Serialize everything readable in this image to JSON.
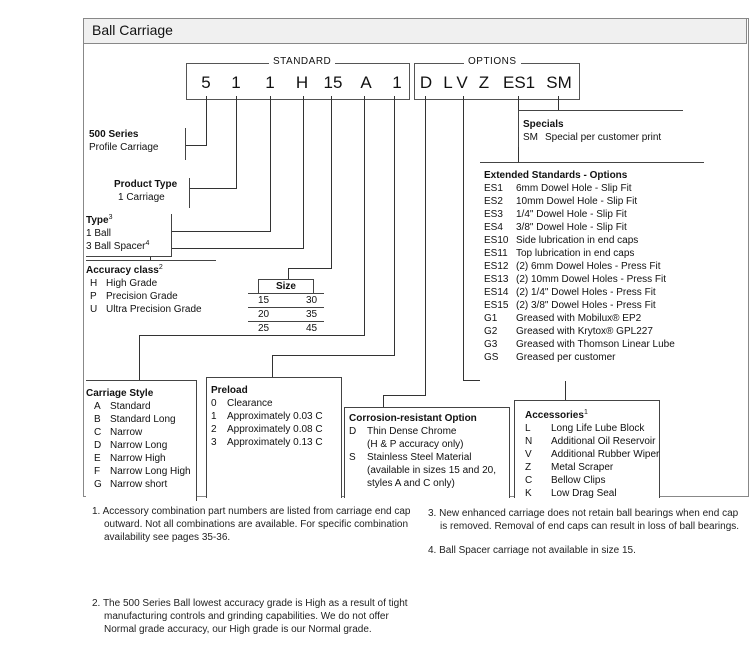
{
  "title": "Ball Carriage",
  "groups": {
    "standard": "STANDARD",
    "options": "OPTIONS"
  },
  "codes": [
    "5",
    "1",
    "1",
    "H",
    "15",
    "A",
    "1",
    "D",
    "L",
    "V",
    "Z",
    "ES1",
    "SM"
  ],
  "series": {
    "title": "500 Series",
    "desc": "Profile Carriage"
  },
  "product_type": {
    "title": "Product Type",
    "item": "1  Carriage"
  },
  "type": {
    "title": "Type",
    "sup": "3",
    "items": [
      "1  Ball",
      "3  Ball Spacer"
    ],
    "item2_sup": "4"
  },
  "accuracy": {
    "title": "Accuracy class",
    "sup": "2",
    "items": [
      [
        "H",
        "High Grade"
      ],
      [
        "P",
        "Precision Grade"
      ],
      [
        "U",
        "Ultra Precision Grade"
      ]
    ]
  },
  "size": {
    "title": "Size",
    "rows": [
      [
        "15",
        "30"
      ],
      [
        "20",
        "35"
      ],
      [
        "25",
        "45"
      ]
    ]
  },
  "specials": {
    "title": "Specials",
    "items": [
      [
        "SM",
        "Special per customer print"
      ]
    ]
  },
  "extended": {
    "title": "Extended Standards - Options",
    "items": [
      [
        "ES1",
        "6mm Dowel Hole - Slip Fit"
      ],
      [
        "ES2",
        "10mm Dowel Hole - Slip Fit"
      ],
      [
        "ES3",
        "1/4\" Dowel Hole - Slip Fit"
      ],
      [
        "ES4",
        "3/8\" Dowel Hole - Slip Fit"
      ],
      [
        "ES10",
        "Side lubrication in end caps"
      ],
      [
        "ES11",
        "Top lubrication in end caps"
      ],
      [
        "ES12",
        "(2) 6mm Dowel Holes - Press Fit"
      ],
      [
        "ES13",
        "(2) 10mm Dowel Holes - Press Fit"
      ],
      [
        "ES14",
        "(2) 1/4\" Dowel Holes - Press Fit"
      ],
      [
        "ES15",
        "(2) 3/8\" Dowel Holes - Press Fit"
      ],
      [
        "G1",
        "Greased with Mobilux® EP2"
      ],
      [
        "G2",
        "Greased with Krytox® GPL227"
      ],
      [
        "G3",
        "Greased with Thomson Linear Lube"
      ],
      [
        "GS",
        "Greased per customer"
      ]
    ]
  },
  "carriage_style": {
    "title": "Carriage Style",
    "items": [
      [
        "A",
        "Standard"
      ],
      [
        "B",
        "Standard Long"
      ],
      [
        "C",
        "Narrow"
      ],
      [
        "D",
        "Narrow Long"
      ],
      [
        "E",
        "Narrow High"
      ],
      [
        "F",
        "Narrow Long High"
      ],
      [
        "G",
        "Narrow short"
      ]
    ]
  },
  "preload": {
    "title": "Preload",
    "items": [
      [
        "0",
        "Clearance"
      ],
      [
        "1",
        "Approximately 0.03 C"
      ],
      [
        "2",
        "Approximately 0.08 C"
      ],
      [
        "3",
        "Approximately 0.13 C"
      ]
    ]
  },
  "corrosion": {
    "title": "Corrosion-resistant Option",
    "items": [
      [
        "D",
        "Thin Dense Chrome"
      ],
      [
        "",
        "(H & P accuracy only)"
      ],
      [
        "S",
        "Stainless Steel Material"
      ],
      [
        "",
        "(available in sizes 15 and 20,"
      ],
      [
        "",
        "styles A and C only)"
      ]
    ]
  },
  "accessories": {
    "title": "Accessories",
    "sup": "1",
    "items": [
      [
        "L",
        "Long Life Lube Block"
      ],
      [
        "N",
        "Additional Oil Reservoir"
      ],
      [
        "V",
        "Additional Rubber Wiper"
      ],
      [
        "Z",
        "Metal Scraper"
      ],
      [
        "C",
        "Bellow Clips"
      ],
      [
        "K",
        "Low Drag Seal"
      ]
    ]
  },
  "footnotes": {
    "n1": [
      "1.  Accessory combination part numbers are listed from carriage end cap",
      "outward. Not all combinations are available. For specific combination",
      "availability see pages 35-36."
    ],
    "n2": [
      "2.  The 500 Series Ball lowest accuracy grade is High as a result of tight",
      "manufacturing controls and grinding capabilities. We do not offer",
      "Normal grade accuracy, our High grade is our Normal grade."
    ],
    "n3": [
      "3.  New enhanced carriage does not retain ball bearings when end cap",
      "is removed. Removal of end caps can result in loss of ball bearings."
    ],
    "n4": [
      "4.  Ball Spacer carriage not available in size 15."
    ]
  }
}
